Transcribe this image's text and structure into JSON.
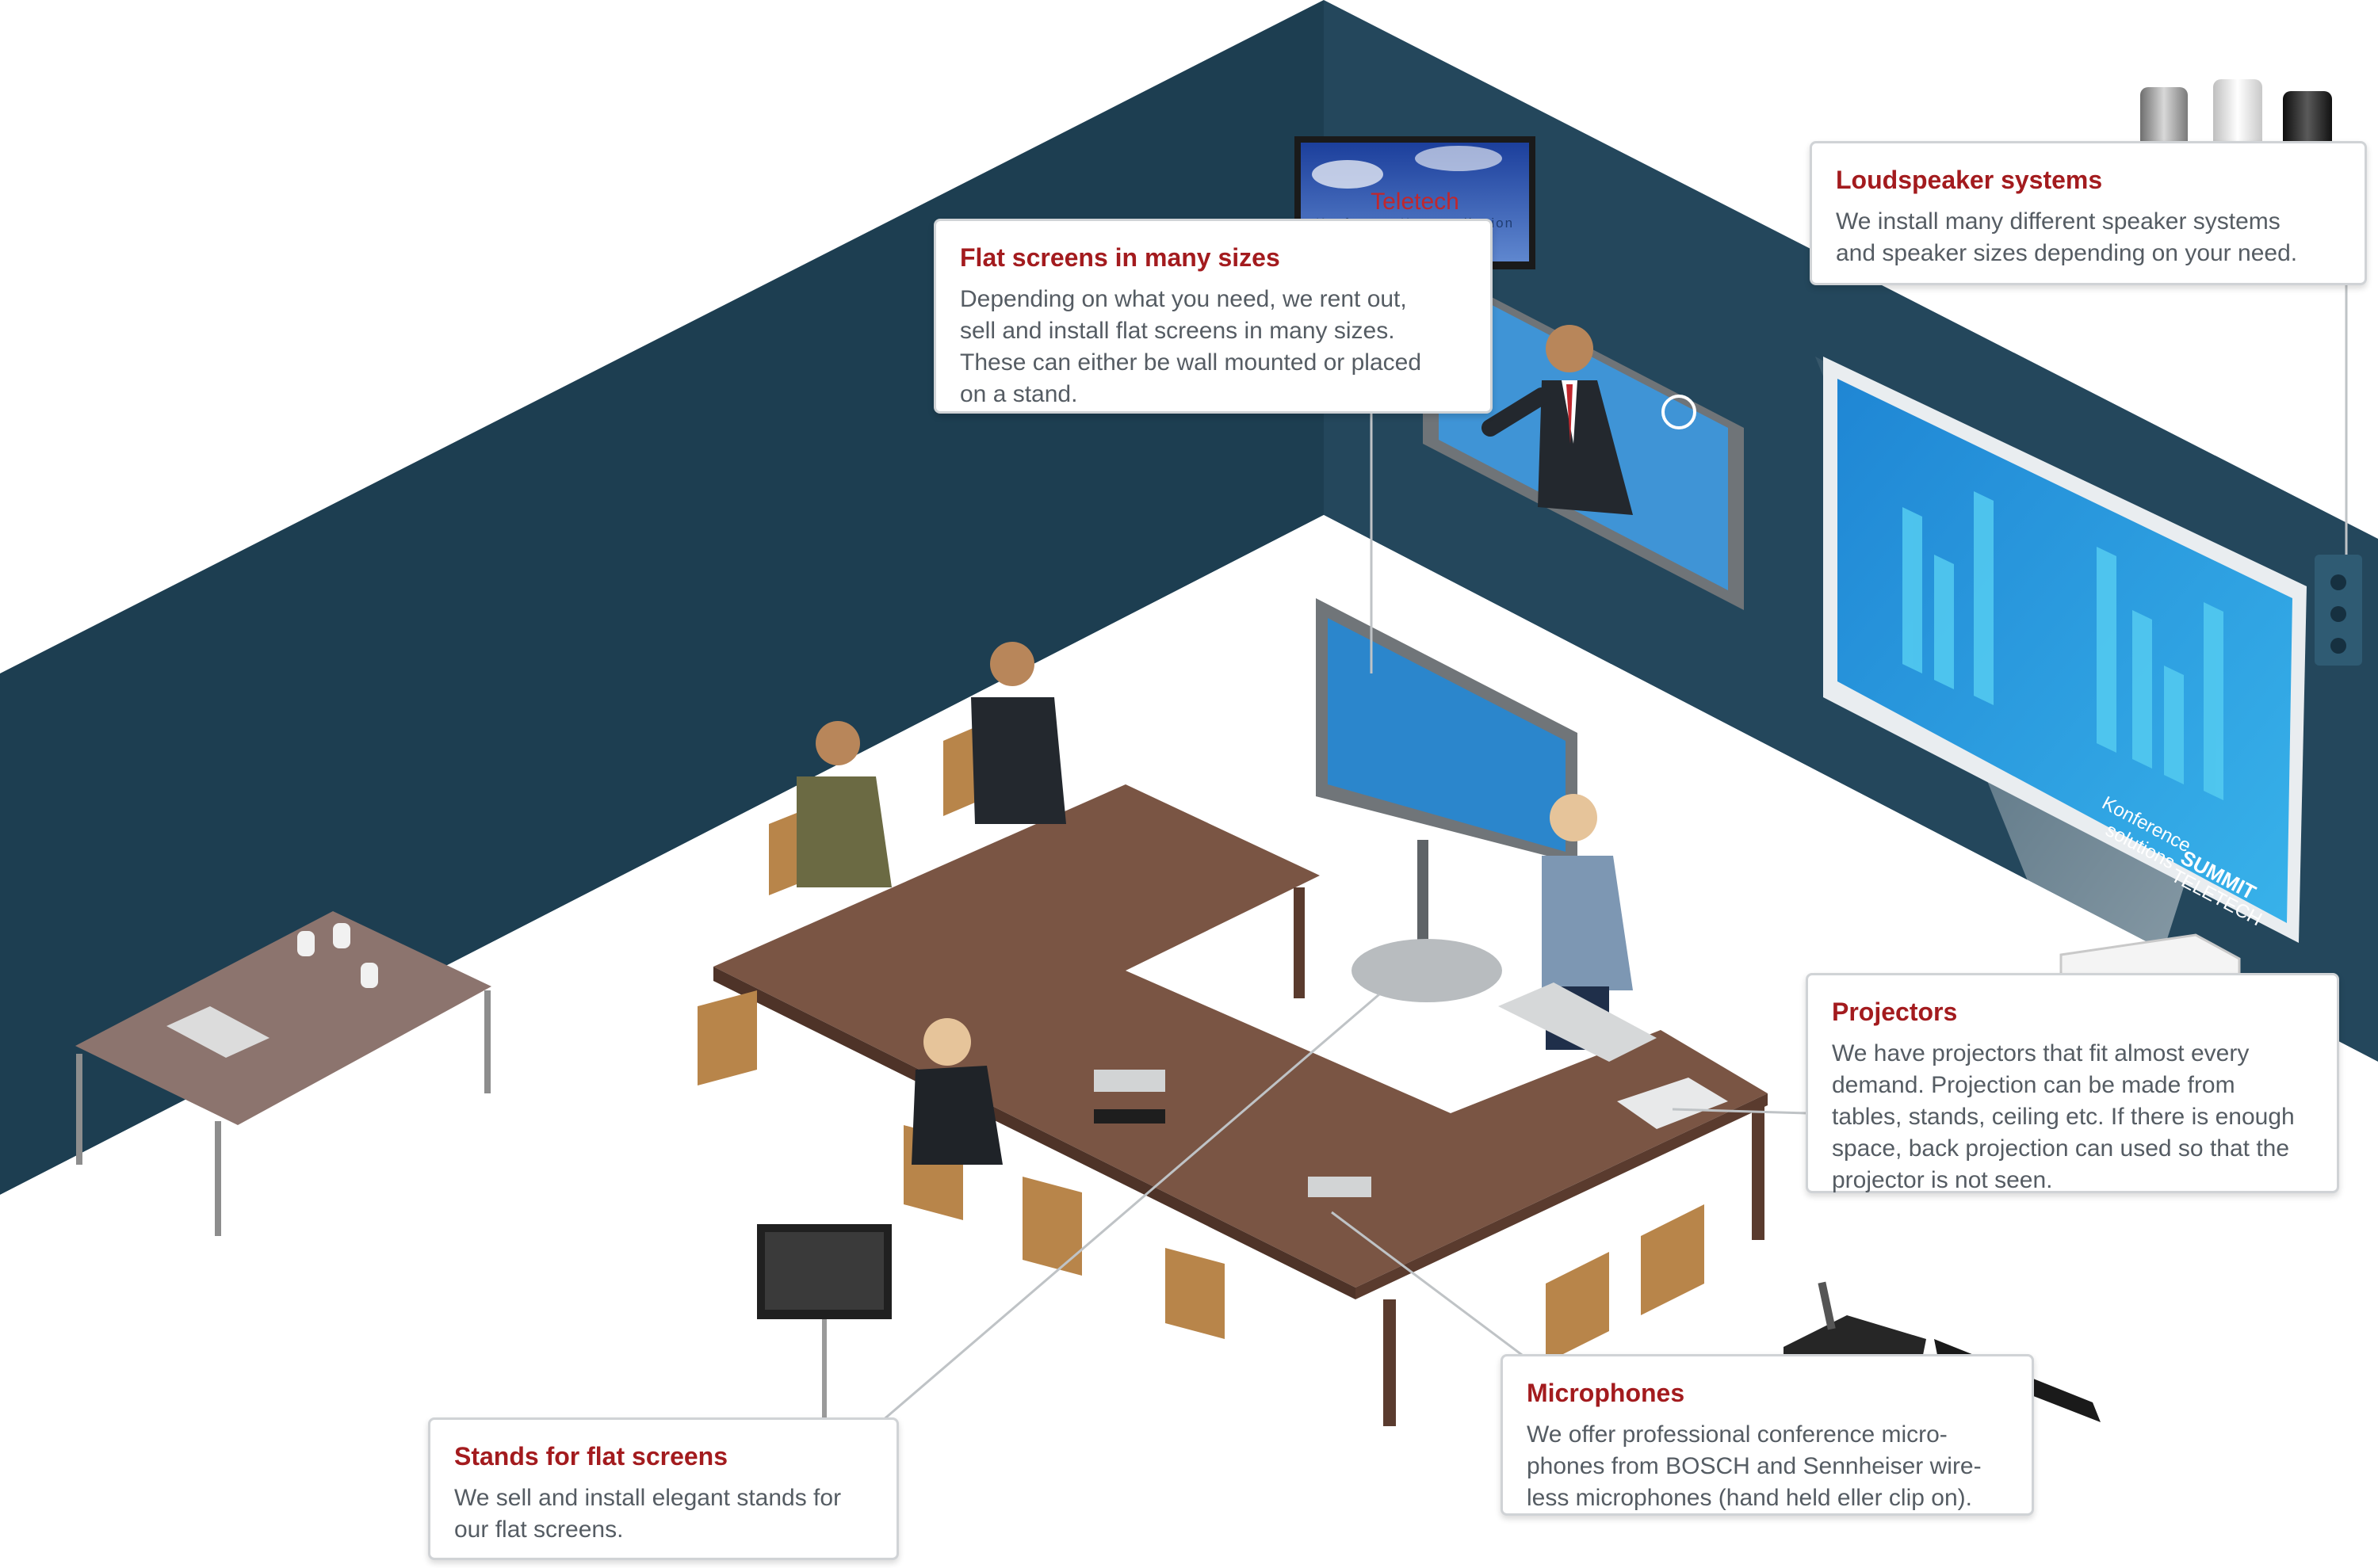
{
  "callouts": {
    "flat_screens": {
      "title": "Flat screens in many sizes",
      "lines": [
        "Depending on what you need, we rent out,",
        "sell and install flat screens in many sizes.",
        "These can either be wall mounted or placed",
        "on a stand."
      ]
    },
    "loudspeakers": {
      "title": "Loudspeaker systems",
      "lines": [
        "We install many different speaker systems",
        "and speaker sizes depending on your need."
      ]
    },
    "projectors": {
      "title": "Projectors",
      "lines": [
        "We have projectors that fit almost every",
        "demand. Projection can be made from",
        "tables, stands, ceiling etc. If there is enough",
        "space, back projection can used so that the",
        "projector is not seen."
      ]
    },
    "microphones": {
      "title": "Microphones",
      "lines": [
        "We offer professional conference micro-",
        "phones from BOSCH and Sennheiser wire-",
        "less microphones (hand held eller clip on)."
      ]
    },
    "stands": {
      "title": "Stands for flat screens",
      "lines": [
        "We sell and install elegant stands for",
        "our flat screens."
      ]
    }
  },
  "tv_screen": {
    "brand": "Teletech",
    "tagline": "KonferenceKommunikation"
  },
  "projection_screen": {
    "line1": "Konference",
    "line2": "solutions",
    "brand1": "SUMMIT",
    "brand2": "TELETECH"
  },
  "colors": {
    "wall_dark": "#1d3e51",
    "wall_right": "#24475c",
    "title_red": "#a31b1e",
    "body_text": "#555c63",
    "table_brown": "#7a5544",
    "screen_blue": "#2a8fd1"
  }
}
